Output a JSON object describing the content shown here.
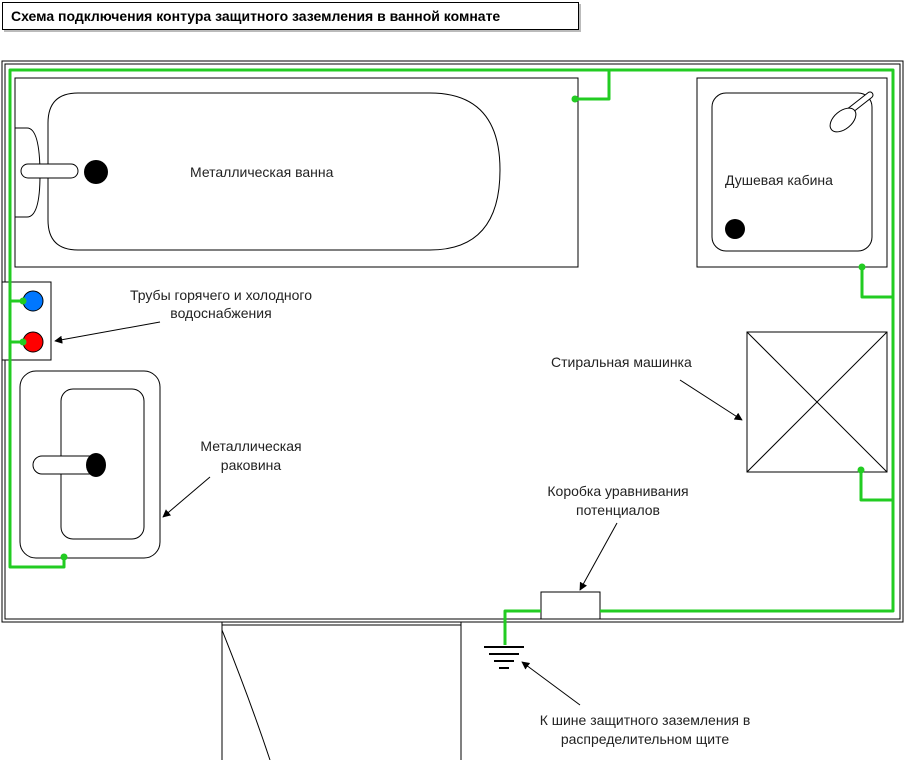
{
  "title": "Схема подключения контура защитного заземления в ванной комнате",
  "labels": {
    "bath": "Металлическая ванна",
    "shower": "Душевая кабина",
    "pipes_line1": "Трубы горячего и холодного",
    "pipes_line2": "водоснабжения",
    "washer": "Стиральная машинка",
    "sink_line1": "Металлическая",
    "sink_line2": "раковина",
    "box_line1": "Коробка уравнивания",
    "box_line2": "потенциалов",
    "ground_line1": "К шине защитного заземления в",
    "ground_line2": "распределительном щите"
  },
  "colors": {
    "ground_wire": "#22cc22",
    "hot_pipe": "#ff0000",
    "cold_pipe": "#0077ff",
    "outline": "#000000"
  }
}
